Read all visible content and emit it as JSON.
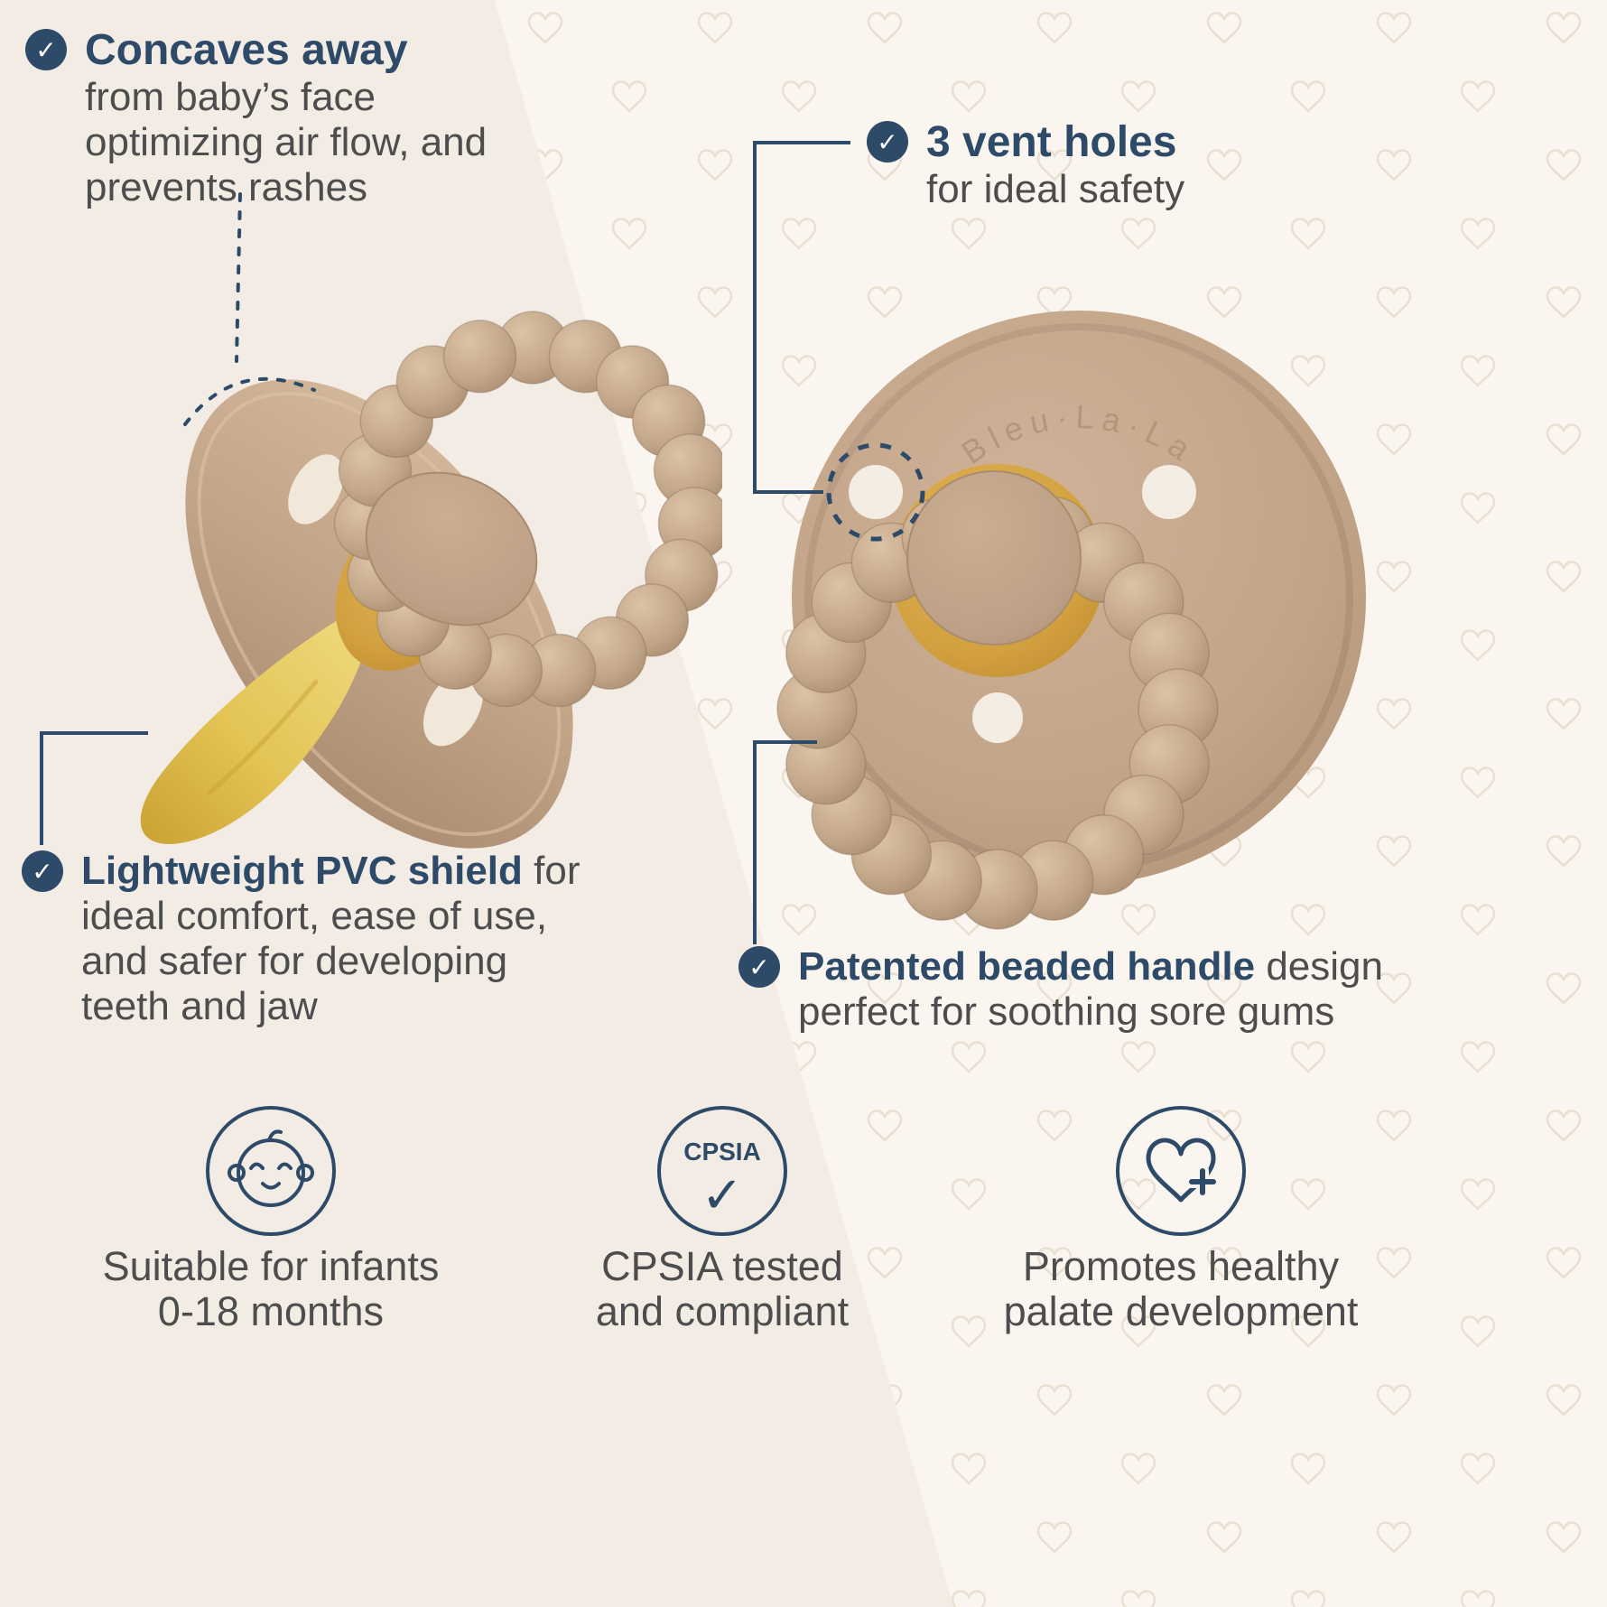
{
  "colors": {
    "navy": "#2d4a68",
    "body_text": "#4d4d4d",
    "cream_left": "#f3ece5",
    "cream_right": "#faf6ef",
    "heart_outline": "#eadfd0",
    "pacifier_beige": "#c2a488",
    "latex_gold": "#d4a544"
  },
  "glyphs": {
    "check": "✓"
  },
  "brand": "Bleu·La·La",
  "features": {
    "concave": {
      "title": "Concaves away",
      "lines": [
        "from baby’s face",
        "optimizing air flow, and",
        "prevents rashes"
      ]
    },
    "vents": {
      "title": "3 vent holes",
      "line": "for ideal safety"
    },
    "shield": {
      "bold": "Lightweight PVC shield",
      "rest": " for",
      "lines": [
        "ideal comfort, ease of use,",
        "and safer for developing",
        "teeth and jaw"
      ]
    },
    "handle": {
      "bold": "Patented beaded handle",
      "rest": " design",
      "line2": "perfect for soothing sore gums"
    }
  },
  "badges": [
    {
      "icon": "baby-icon",
      "lines": [
        "Suitable for infants",
        "0-18 months"
      ]
    },
    {
      "icon": "cpsia-icon",
      "label": "CPSIA",
      "lines": [
        "CPSIA tested",
        "and compliant"
      ]
    },
    {
      "icon": "heart-plus-icon",
      "lines": [
        "Promotes healthy",
        "palate development"
      ]
    }
  ]
}
